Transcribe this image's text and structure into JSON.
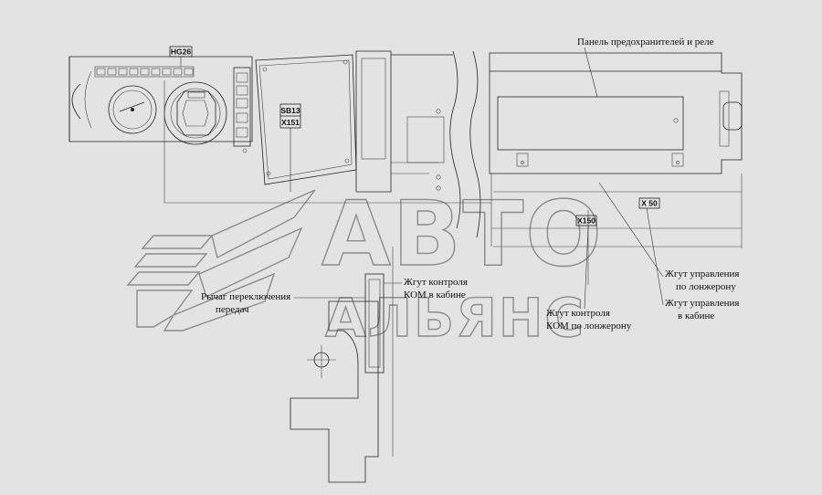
{
  "diagram": {
    "connector_tags": {
      "hg26": "HG26",
      "sb13": "SB13",
      "x151": "X151",
      "x150": "X150",
      "x50": "X 50"
    },
    "callouts": {
      "fuse_panel": "Панель предохранителей и реле",
      "shift_lever_line1": "Рычаг переключения",
      "shift_lever_line2": "передач",
      "pto_cab_line1": "Жгут контроля",
      "pto_cab_line2": "КОМ в кабине",
      "pto_frame_line1": "Жгут контроля",
      "pto_frame_line2": "КОМ по лонжерону",
      "control_frame_line1": "Жгут управления",
      "control_frame_line2": "по лонжерону",
      "control_cab_line1": "Жгут управления",
      "control_cab_line2": "в кабине"
    },
    "watermark": {
      "line1": "АВТО",
      "line2": "АЛЬЯНС"
    }
  }
}
